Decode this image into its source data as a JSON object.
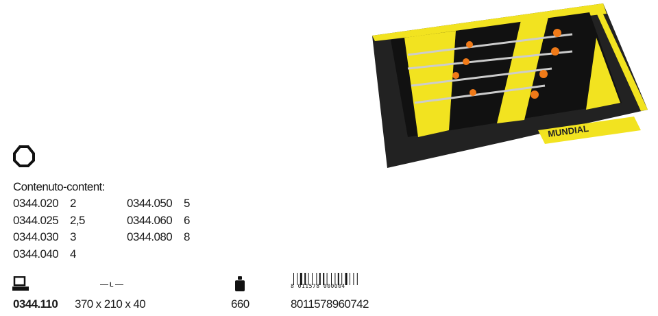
{
  "product_image": {
    "brand_logo": "MUNDIAL",
    "colors": {
      "yellow": "#f2e320",
      "orange": "#f07a18",
      "black": "#1b1b1b"
    }
  },
  "contents": {
    "heading": "Contenuto-content:",
    "items": [
      {
        "code": "0344.020",
        "size": "2"
      },
      {
        "code": "0344.025",
        "size": "2,5"
      },
      {
        "code": "0344.030",
        "size": "3"
      },
      {
        "code": "0344.040",
        "size": "4"
      },
      {
        "code": "0344.050",
        "size": "5"
      },
      {
        "code": "0344.060",
        "size": "6"
      },
      {
        "code": "0344.080",
        "size": "8"
      }
    ]
  },
  "footer": {
    "dimension_icon_label": "L",
    "barcode_label": "8 011578 000004",
    "code": "0344.110",
    "dimensions": "370 x 210 x 40",
    "weight": "660",
    "ean": "8011578960742"
  }
}
